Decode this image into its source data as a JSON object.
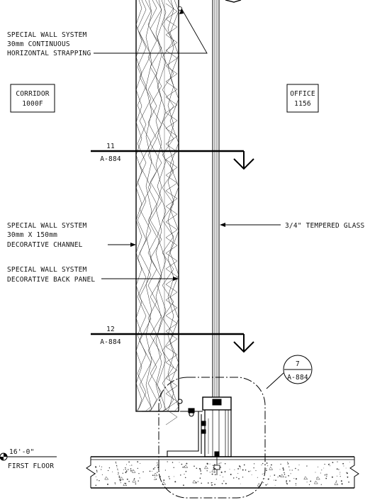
{
  "notes": {
    "strapping": {
      "line1": "SPECIAL WALL SYSTEM",
      "line2": "30mm CONTINUOUS",
      "line3": "HORIZONTAL STRAPPING"
    },
    "channel": {
      "line1": "SPECIAL WALL SYSTEM",
      "line2": "30mm X 150mm",
      "line3": "DECORATIVE CHANNEL"
    },
    "back_panel": {
      "line1": "SPECIAL WALL SYSTEM",
      "line2": "DECORATIVE BACK PANEL"
    },
    "glass": "3/4\" TEMPERED GLASS"
  },
  "rooms": {
    "corridor": {
      "name": "CORRIDOR",
      "number": "1000F"
    },
    "office": {
      "name": "OFFICE",
      "number": "1156"
    }
  },
  "section_cuts": [
    {
      "number": "11",
      "sheet": "A-884"
    },
    {
      "number": "12",
      "sheet": "A-884"
    }
  ],
  "detail_callout": {
    "number": "7",
    "sheet": "A-884"
  },
  "level": {
    "elevation": "16'-0\"",
    "name": "FIRST FLOOR"
  }
}
